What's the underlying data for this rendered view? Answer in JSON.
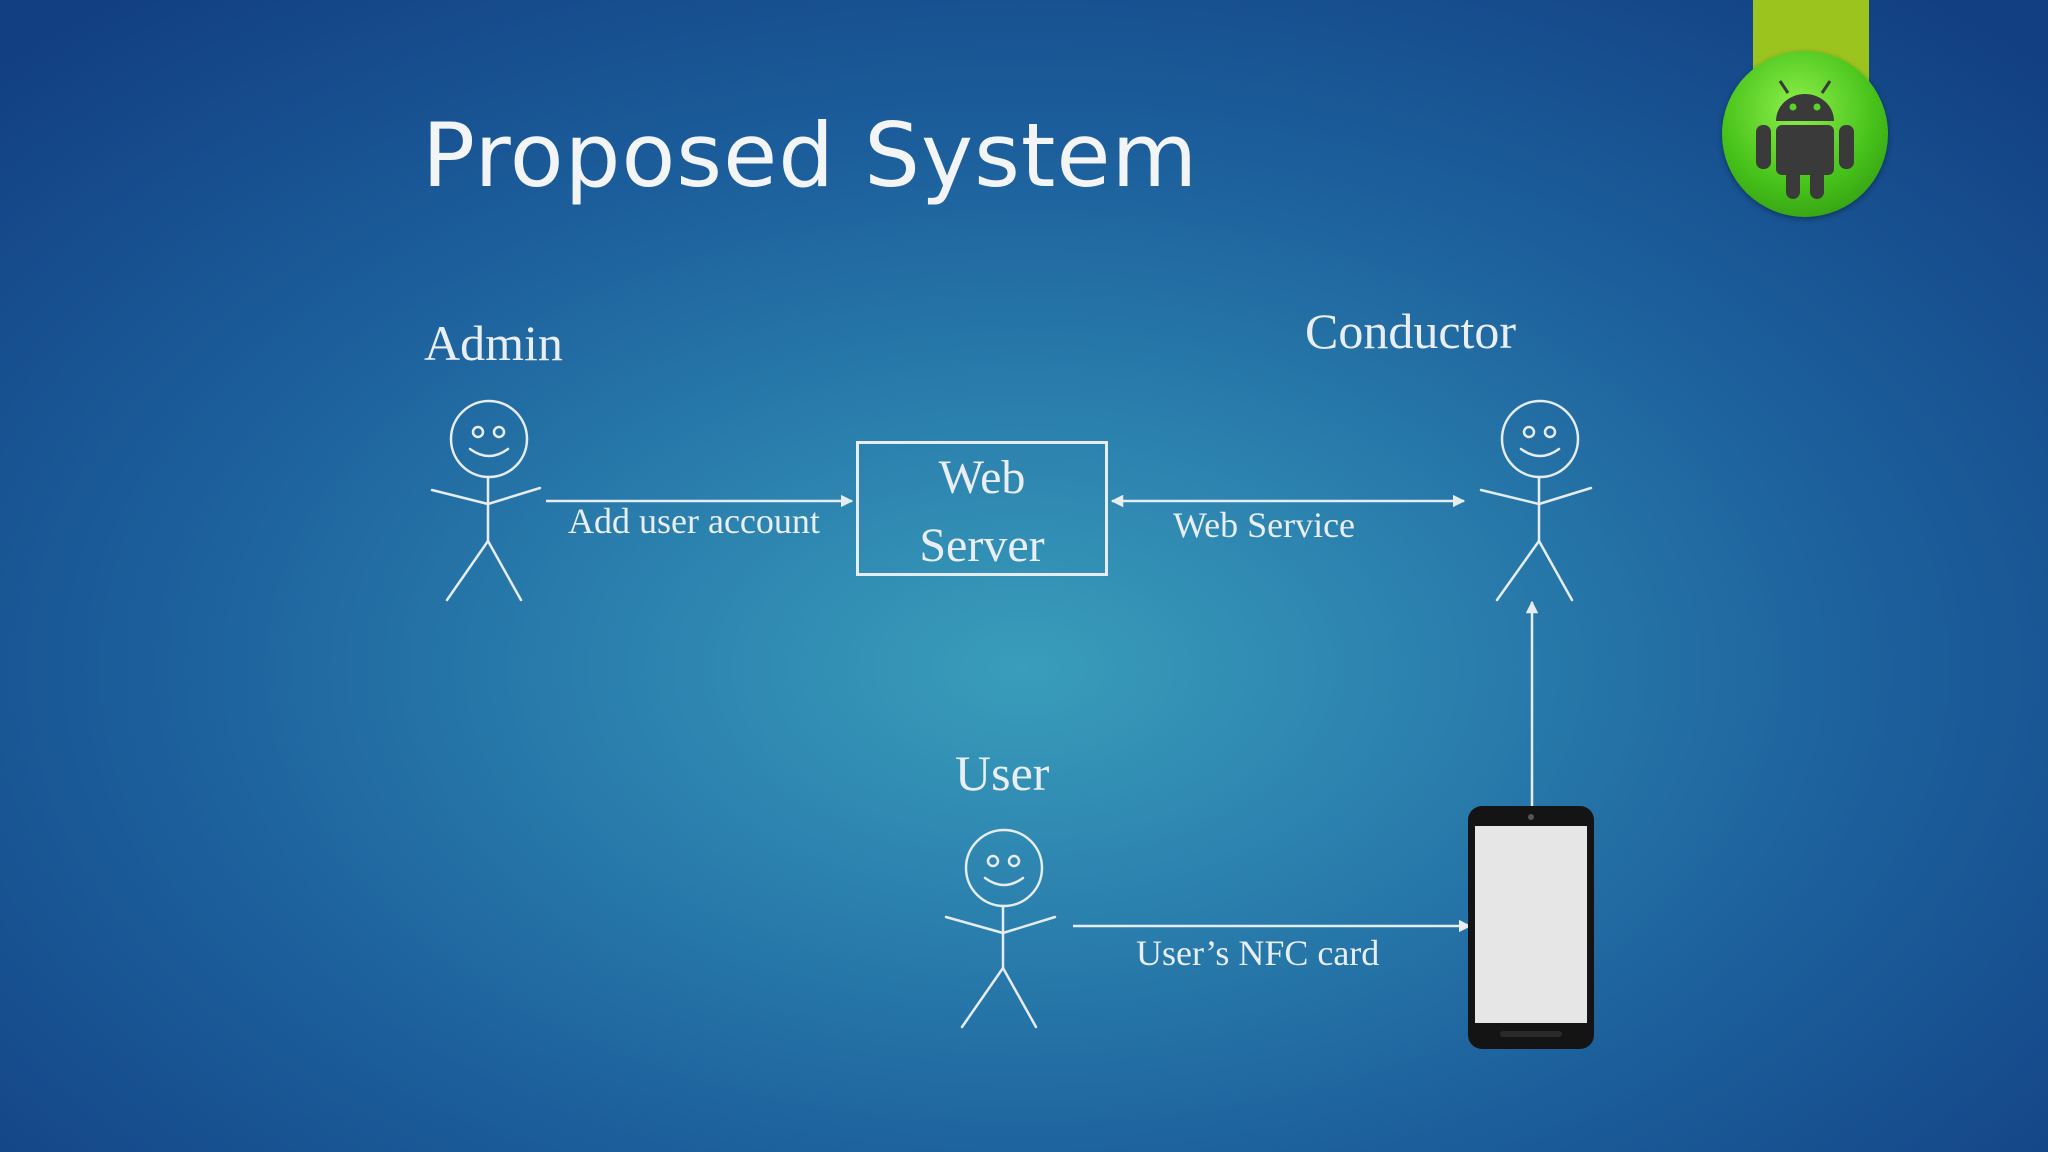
{
  "slide": {
    "title": "Proposed System"
  },
  "actors": {
    "admin": "Admin",
    "conductor": "Conductor",
    "user": "User"
  },
  "server": {
    "line1": "Web",
    "line2": "Server"
  },
  "edges": {
    "admin_to_server": "Add user account",
    "server_conductor": "Web Service",
    "user_to_phone": "User’s NFC card"
  },
  "icons": {
    "badge": "android-icon",
    "phone": "smartphone-icon"
  },
  "colors": {
    "background_center": "#3a9dbb",
    "background_edge": "#123f82",
    "line": "#e6ecf0",
    "badge_ribbon": "#9cc41f",
    "badge_green": "#46c21a"
  }
}
